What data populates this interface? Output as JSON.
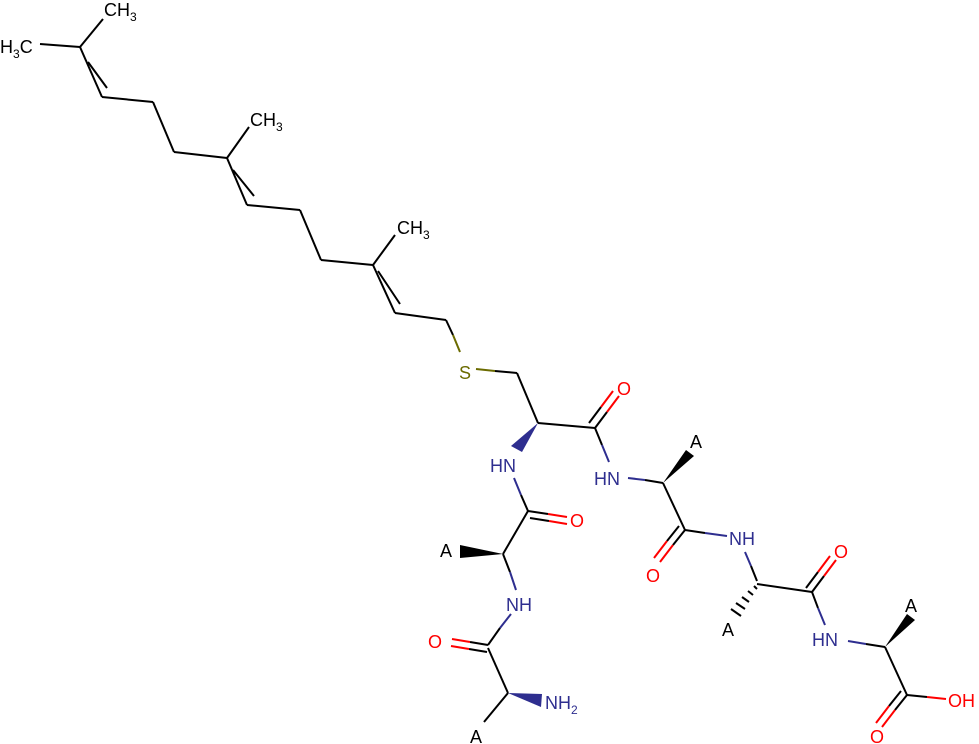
{
  "title": "Farnesyl-Cys peptide structure",
  "colors": {
    "carbon": "#000000",
    "nitrogen": "#2e2e8f",
    "oxygen": "#ff0000",
    "sulfur": "#6b6b00"
  },
  "labels": {
    "ch3": {
      "main": "CH",
      "sub": "3"
    },
    "h3c": {
      "pre": "H",
      "sub": "3",
      "post": "C"
    },
    "s": "S",
    "hn": "HN",
    "nh": "NH",
    "o": "O",
    "a": "A",
    "nh2": {
      "main": "NH",
      "sub": "2"
    },
    "oh": "OH"
  }
}
